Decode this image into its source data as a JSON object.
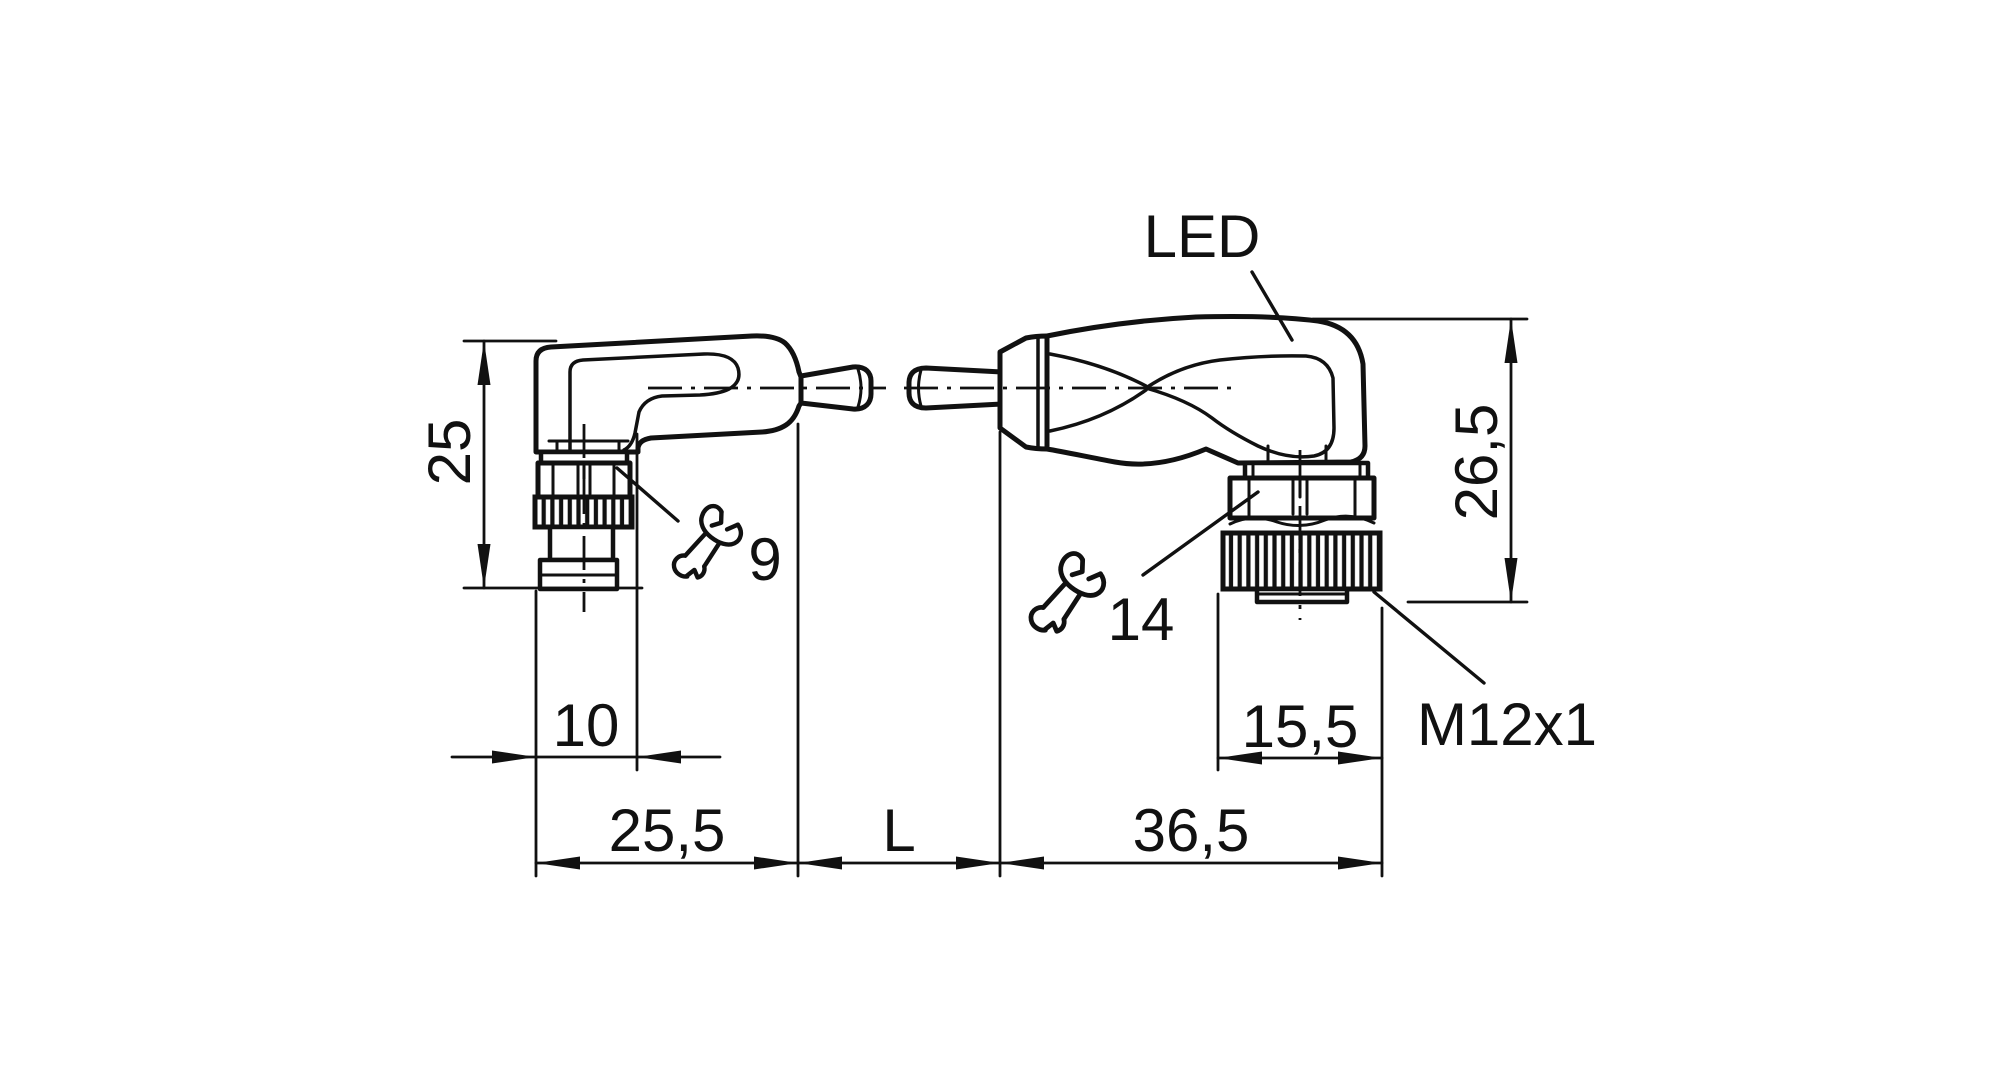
{
  "page": {
    "background": "#ffffff",
    "line_color": "#111111",
    "description": "Dimensional drawing of a cable with two angled (90°) circular connectors"
  },
  "drawing": {
    "labels": {
      "led": "LED",
      "thread_size": "M12x1",
      "wrench_size_small": "9",
      "wrench_size_large": "14"
    },
    "dimensions": {
      "left_height": "25",
      "left_width": "10",
      "left_length": "25,5",
      "cable_length": "L",
      "right_length": "36,5",
      "right_width": "15,5",
      "right_height": "26,5"
    }
  }
}
